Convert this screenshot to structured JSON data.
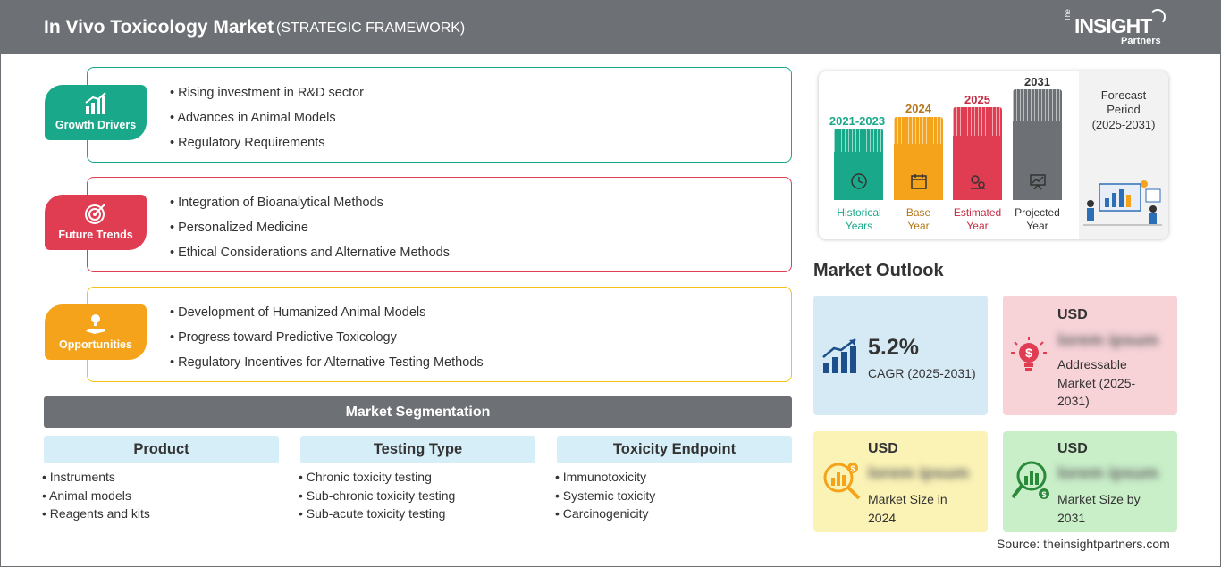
{
  "header": {
    "title": "In Vivo Toxicology Market",
    "subtitle": "(STRATEGIC FRAMEWORK)",
    "logo_main": "INSIGHT",
    "logo_the": "The",
    "logo_sub": "Partners"
  },
  "factors": [
    {
      "label": "Growth Drivers",
      "color": "#1aa88a",
      "items": [
        "Rising investment in R&D sector",
        "Advances in Animal Models",
        "Regulatory Requirements"
      ]
    },
    {
      "label": "Future Trends",
      "color": "#e03d52",
      "items": [
        "Integration of Bioanalytical Methods",
        "Personalized Medicine",
        "Ethical Considerations and Alternative Methods"
      ]
    },
    {
      "label": "Opportunities",
      "color": "#f5a31a",
      "items": [
        "Development of Humanized Animal Models",
        "Progress toward Predictive Toxicology",
        "Regulatory Incentives for Alternative Testing Methods"
      ]
    }
  ],
  "segmentation": {
    "title": "Market Segmentation",
    "columns": [
      {
        "heading": "Product",
        "items": [
          "Instruments",
          "Animal models",
          "Reagents and kits"
        ]
      },
      {
        "heading": "Testing Type",
        "items": [
          "Chronic toxicity testing",
          "Sub-chronic toxicity testing",
          "Sub-acute toxicity testing"
        ]
      },
      {
        "heading": "Toxicity Endpoint",
        "items": [
          "Immunotoxicity",
          "Systemic toxicity",
          "Carcinogenicity"
        ]
      }
    ]
  },
  "timeline": {
    "periods": [
      {
        "year": "2021-2023",
        "name1": "Historical",
        "name2": "Years",
        "color": "#1aa88a"
      },
      {
        "year": "2024",
        "name1": "Base",
        "name2": "Year",
        "color": "#f5a31a"
      },
      {
        "year": "2025",
        "name1": "Estimated",
        "name2": "Year",
        "color": "#e03d52"
      },
      {
        "year": "2031",
        "name1": "Projected",
        "name2": "Year",
        "color": "#6d7074"
      }
    ],
    "forecast_line1": "Forecast",
    "forecast_line2": "Period",
    "forecast_line3": "(2025-2031)"
  },
  "outlook": {
    "title": "Market Outlook",
    "cagr_value": "5.2%",
    "cagr_label": "CAGR (2025-2031)",
    "addressable_usd": "USD",
    "addressable_value": "lorem ipsum",
    "addressable_label_1": "Addressable",
    "addressable_label_2": "Market (2025-",
    "addressable_label_3": "2031)",
    "size2024_usd": "USD",
    "size2024_value": "lorem ipsum",
    "size2024_label_1": "Market Size in",
    "size2024_label_2": "2024",
    "size2031_usd": "USD",
    "size2031_value": "lorem ipsum",
    "size2031_label_1": "Market Size by",
    "size2031_label_2": "2031",
    "colors": {
      "cagr": "#d6eaf5",
      "addressable": "#f7d3d8",
      "size2024": "#fbf3b5",
      "size2031": "#c9efc9"
    }
  },
  "source": "Source: theinsightpartners.com"
}
